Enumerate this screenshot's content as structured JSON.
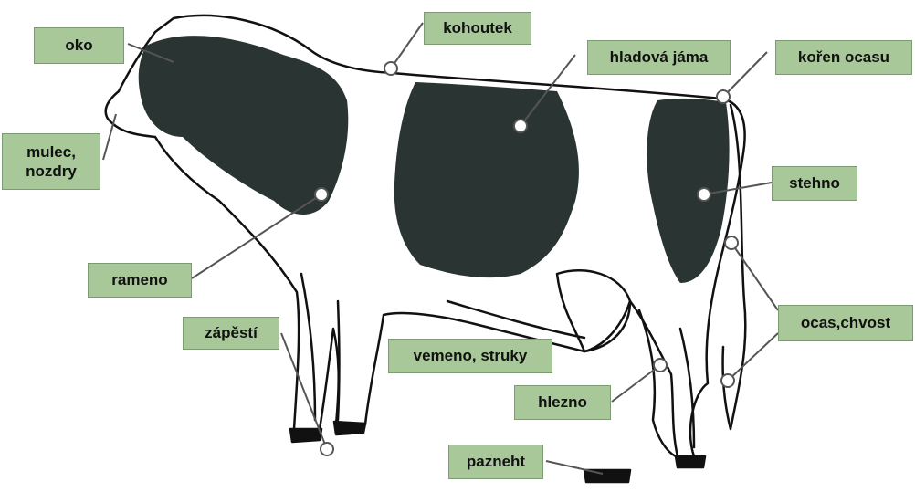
{
  "colors": {
    "label_bg": "#a9c89a",
    "cow_patch": "#2a3533",
    "outline": "#111111",
    "leader": "#555555"
  },
  "labels": {
    "oko": "oko",
    "kohoutek": "kohoutek",
    "hladova_jama": "hladová jáma",
    "koren_ocasu": "kořen ocasu",
    "mulec": "mulec,\nnozdry",
    "stehno": "stehno",
    "rameno": "rameno",
    "zapesti": "zápěstí",
    "ocas": "ocas,chvost",
    "vemeno": "vemeno, struky",
    "hlezno": "hlezno",
    "pazneht": "pazneht"
  }
}
